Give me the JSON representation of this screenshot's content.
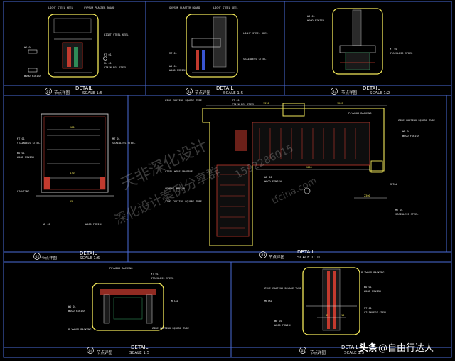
{
  "colors": {
    "background": "#000000",
    "frame": "#4a6bd8",
    "outline": "#f2e85a",
    "tag": "#ffffff",
    "fill_red": "#c23a2e",
    "fill_blue": "#3a55d0",
    "fill_green": "#2e8b57",
    "annotation": "#e8e8e8"
  },
  "watermark": {
    "line1": "天非深化设计",
    "line2": "深化设计案例分享群",
    "url": "tfcina.com",
    "phone": "1592286015"
  },
  "credit": {
    "logo": "头条",
    "handle": "@自由行达人"
  },
  "panels": [
    {
      "id": "01",
      "title": "DETAIL",
      "subtitle": "节点详图",
      "scale": "SCALE 1:5",
      "labels": [
        "LIGHT STEEL KEEL",
        "GYPSUM PLASTER BOARD",
        "LIGHT STEEL KEEL",
        "MT 01",
        "PL 01",
        "STAINLESS STEEL",
        "WD 01",
        "WOOD FINISH"
      ]
    },
    {
      "id": "02",
      "title": "DETAIL",
      "subtitle": "节点详图",
      "scale": "SCALE 1:5",
      "labels": [
        "GYPSUM PLASTER BOARD",
        "LIGHT STEEL KEEL",
        "LIGHT STEEL KEEL",
        "MT 01",
        "STAINLESS STEEL",
        "WD 01",
        "WOOD FINISH"
      ]
    },
    {
      "id": "03",
      "title": "DETAIL",
      "subtitle": "节点详图",
      "scale": "SCALE 1:2",
      "labels": [
        "WD 01",
        "WOOD FINISH",
        "MT 01",
        "STAINLESS STEEL"
      ]
    },
    {
      "id": "02",
      "title": "DETAIL",
      "subtitle": "节点详图",
      "scale": "SCALE 1:6",
      "labels": [
        "MT 01",
        "STAINLESS STEEL",
        "WD 01",
        "WOOD FINISH",
        "LIGHTING",
        "MT 01",
        "STAINLESS STEEL",
        "WD 01",
        "WOOD FINISH"
      ],
      "dims": [
        "260",
        "170",
        "55"
      ]
    },
    {
      "id": "03",
      "title": "DETAIL",
      "subtitle": "节点详图",
      "scale": "SCALE 1:10",
      "labels": [
        "ZINC COATING SQUARE TUBE",
        "MT 01",
        "STAINLESS STEEL",
        "PLYWOOD BACKING",
        "ZINC COATING SQUARE TUBE",
        "WD 01",
        "WOOD FINISH",
        "STEEL WIRE GRAPPLE",
        "CEMENT MORTAR",
        "ZINC COATING SQUARE TUBE",
        "METAL",
        "WD 01",
        "WOOD FINISH",
        "MT 01",
        "STAINLESS STEEL"
      ],
      "dims": [
        "1390",
        "2050",
        "2300",
        "1205"
      ]
    },
    {
      "id": "04",
      "title": "DETAIL",
      "subtitle": "节点详图",
      "scale": "SCALE 1:5",
      "labels": [
        "PLYWOOD BACKING",
        "MT 01",
        "STAINLESS STEEL",
        "WD 01",
        "WOOD FINISH",
        "METAL",
        "PLYWOOD BACKING",
        "ZINC COATING SQUARE TUBE"
      ]
    },
    {
      "id": "05",
      "title": "DETAIL",
      "subtitle": "节点详图",
      "scale": "SCALE 1:5",
      "labels": [
        "PLYWOOD BACKING",
        "ZINC COATING SQUARE TUBE",
        "WD 01",
        "WOOD FINISH",
        "METAL",
        "MT 01",
        "STAINLESS STEEL",
        "WD 01",
        "WOOD FINISH"
      ],
      "dims": [
        "35",
        "18"
      ]
    }
  ]
}
